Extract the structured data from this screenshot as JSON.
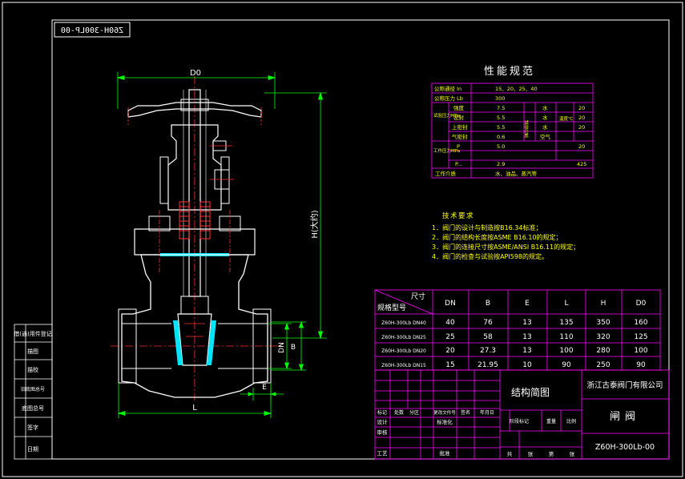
{
  "colors": {
    "background": "#000000",
    "frame": "#ffffff",
    "table_border": "#ff00ff",
    "body_outline": "#ffffff",
    "dimension": "#00ff00",
    "centerline": "#ff3030",
    "accent": "#00e5ff",
    "text_main": "#ffffff",
    "text_spec": "#ffff00"
  },
  "drawing_code_mirrored": "Z60H-300LP-00",
  "dims": {
    "do": "D0",
    "h": "H(大约)",
    "dn": "DN",
    "b": "B",
    "e": "E",
    "l": "L"
  },
  "perf": {
    "title": "性能规范",
    "pn_label": "公称通径 In",
    "pn_value": "15、20、25、40",
    "press_label": "公称压力 Lb",
    "press_value": "300",
    "test_label": "试验压力MPa",
    "rows": [
      {
        "name": "强度",
        "value": "7.5"
      },
      {
        "name": "密封",
        "value": "5.5"
      },
      {
        "name": "上密封",
        "value": "5.5"
      },
      {
        "name": "气密封",
        "value": "0.6"
      }
    ],
    "medium_label": "试验介质",
    "media": [
      "水",
      "水",
      "水",
      "空气"
    ],
    "temp_label": "温度℃",
    "temps": [
      "20",
      "20",
      "20"
    ],
    "work_label": "工作压力MPa",
    "work_p_label": "P",
    "work_p_value": "5.0",
    "work_p_temp": "20",
    "work_p2_label": "P...",
    "work_p2_value": "2.9",
    "work_p2_temp": "425",
    "work_medium_label": "工作介质",
    "work_medium_value": "水、油品、蒸汽等"
  },
  "tech": {
    "title": "技术要求",
    "items": [
      "1．阀门的设计与制造按B16.34标准；",
      "2．阀门的结构长度按ASME B16.10的规定；",
      "3．阀门的连接尺寸按ASME/ANSI B16.11的规定；",
      "4．阀门的检查与试验按API598的规定。"
    ]
  },
  "dim_table": {
    "header_size": "尺寸",
    "header_model": "规格型号",
    "columns": [
      "DN",
      "B",
      "E",
      "L",
      "H",
      "D0"
    ],
    "rows": [
      {
        "model": "Z60H-300Lb DN40",
        "values": [
          "40",
          "76",
          "13",
          "135",
          "350",
          "160"
        ]
      },
      {
        "model": "Z60H-300Lb DN25",
        "values": [
          "25",
          "58",
          "13",
          "110",
          "320",
          "125"
        ]
      },
      {
        "model": "Z60H-300Lb DN20",
        "values": [
          "20",
          "27.3",
          "13",
          "100",
          "280",
          "100"
        ]
      },
      {
        "model": "Z60H-300Lb DN15",
        "values": [
          "15",
          "21.95",
          "10",
          "90",
          "250",
          "90"
        ]
      }
    ]
  },
  "title_block": {
    "drawing_title": "结构简图",
    "company": "浙江古泰阀门有限公司",
    "part_name": "闸阀",
    "code": "Z60H-300Lb-00",
    "rev_headers": [
      "标记",
      "处数",
      "分区",
      "更改文件号",
      "签名",
      "年月日"
    ],
    "role_rows": [
      "设计",
      "审核",
      "",
      "工艺"
    ],
    "std_label": "标准化",
    "approve_label": "批准",
    "stage_headers": [
      "阶段标记",
      "重量",
      "比例"
    ],
    "sheet_row": [
      "共",
      "张",
      "第",
      "张"
    ]
  },
  "side_strip": [
    "借(通)用件登记",
    "描图",
    "描校",
    "旧底图总号",
    "底图总号",
    "签字",
    "日期"
  ]
}
